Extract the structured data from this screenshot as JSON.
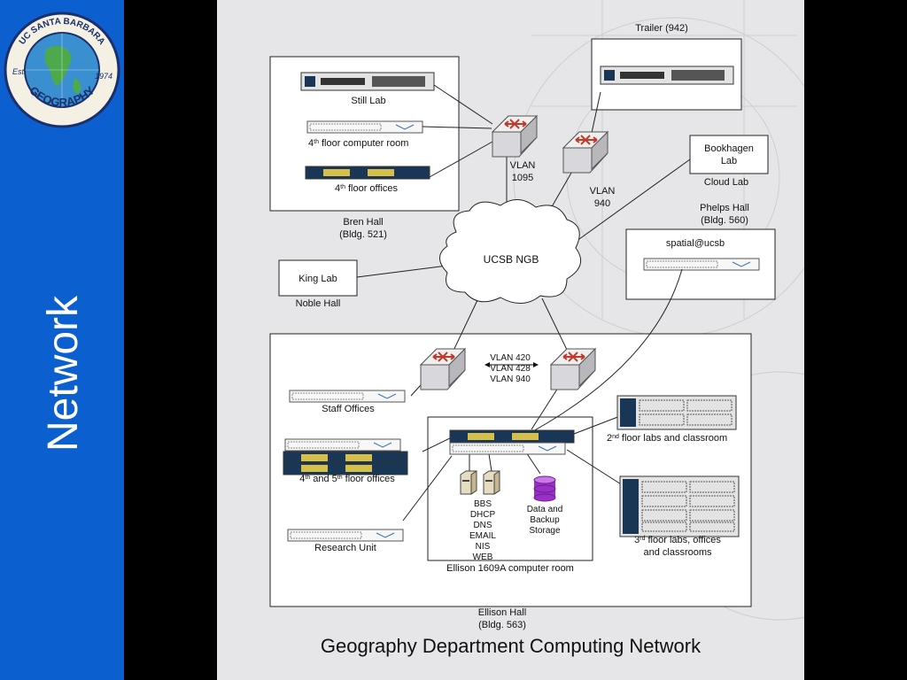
{
  "slide_side_title": "Network",
  "logo": {
    "arc_top": "UC SANTA BARBARA",
    "arc_bottom": "GEOGRAPHY",
    "est": "Est.",
    "year": "1974"
  },
  "caption": "Geography Department Computing Network",
  "labels": {
    "trailer": "Trailer (942)",
    "still_lab": "Still Lab",
    "floor4_computer_room": "floor computer room",
    "floor4_offices": "floor offices",
    "floor4_num": "4",
    "th": "th",
    "nd": "nd",
    "rd": "rd",
    "vlan_1095_a": "VLAN",
    "vlan_1095_b": "1095",
    "vlan_940_a": "VLAN",
    "vlan_940_b": "940",
    "bren_hall_a": "Bren Hall",
    "bren_hall_b": "(Bldg. 521)",
    "bookhagen_a": "Bookhagen",
    "bookhagen_b": "Lab",
    "cloud_lab": "Cloud Lab",
    "phelps_a": "Phelps Hall",
    "phelps_b": "(Bldg. 560)",
    "spatial": "spatial@ucsb",
    "ngb": "UCSB NGB",
    "king_lab": "King Lab",
    "noble_hall": "Noble Hall",
    "vlan_420": "VLAN 420",
    "vlan_428": "VLAN 428",
    "vlan_940c": "VLAN 940",
    "staff_offices": "Staff Offices",
    "floor2_num": "2",
    "floor2_labs": "floor labs and classroom",
    "floor45_a": "4",
    "floor45_b": "and 5",
    "floor45_c": "floor offices",
    "services": [
      "BBS",
      "DHCP",
      "DNS",
      "EMAIL",
      "NIS",
      "WEB"
    ],
    "storage_a": "Data and",
    "storage_b": "Backup",
    "storage_c": "Storage",
    "floor3_num": "3",
    "floor3_a": "floor labs, offices",
    "floor3_b": "and classrooms",
    "research_unit": "Research Unit",
    "ellison_room": "Ellison 1609A computer room",
    "ellison_hall_a": "Ellison Hall",
    "ellison_hall_b": "(Bldg. 563)"
  },
  "colors": {
    "sidebar_blue": "#0b5fcf",
    "slide_bg": "#e6e6e8",
    "switch_red": "#c0392b",
    "storage_purple": "#9b30c8"
  }
}
